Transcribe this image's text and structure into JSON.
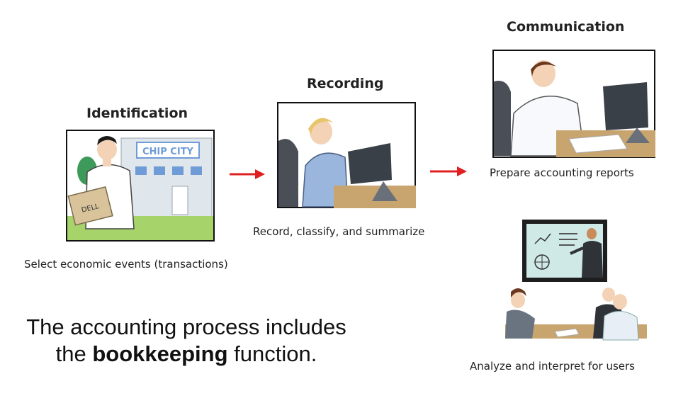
{
  "steps": {
    "identification": {
      "title": "Identification",
      "caption": "Select economic events (transactions)",
      "store_sign": "CHIP CITY",
      "box_label": "DELL"
    },
    "recording": {
      "title": "Recording",
      "caption": "Record, classify, and summarize"
    },
    "communication": {
      "title": "Communication",
      "caption_reports": "Prepare accounting reports",
      "caption_users": "Analyze and interpret for users"
    }
  },
  "summary": {
    "line1": "The accounting process includes",
    "line2_prefix": "the ",
    "line2_bold": "bookkeeping",
    "line2_suffix": " function."
  },
  "colors": {
    "arrow": "#e02020",
    "frame": "#111111",
    "desk": "#c8a46e",
    "monitor": "#3a4048",
    "shirt_blue": "#9bb6dd",
    "store": "#dfe6ec",
    "store_window": "#6f9bd6",
    "sign": "#6f9bd6",
    "grass": "#a6d46a"
  }
}
